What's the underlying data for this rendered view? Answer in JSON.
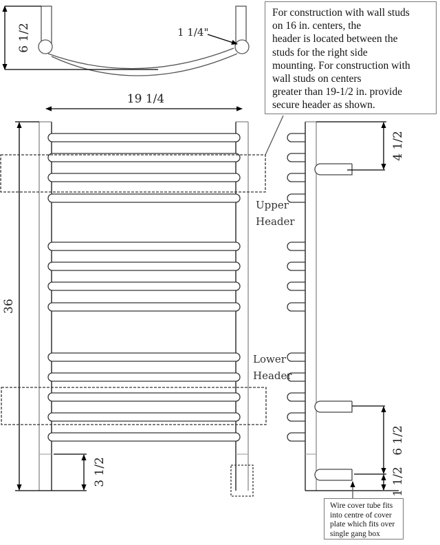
{
  "top_view": {
    "depth_label": "6 1/2",
    "tube_label": "1 1/4\""
  },
  "front_view": {
    "width_label": "19 1/4",
    "height_label": "36",
    "bottom_label": "3 1/2"
  },
  "side_view": {
    "top_label": "4 1/2",
    "mid_label": "6 1/2",
    "bottom_label": "1 1/2",
    "upper_header": [
      "Upper",
      "Header"
    ],
    "lower_header": [
      "Lower",
      "Header"
    ]
  },
  "note": {
    "lines": [
      "For construction with wall studs",
      "on 16 in. centers, the",
      "header is located between the",
      "studs for the right side",
      "mounting. For construction with",
      "wall studs on centers",
      "greater than 19-1/2 in. provide",
      "secure header as shown."
    ]
  },
  "wire_note": {
    "lines": [
      "Wire cover tube fits",
      "into centre of cover",
      "plate which fits over",
      "single gang box"
    ]
  }
}
